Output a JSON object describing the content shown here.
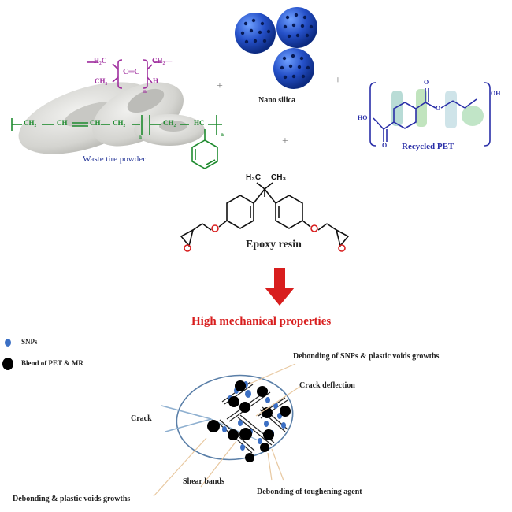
{
  "components": {
    "waste_tire": {
      "label": "Waste tire powder",
      "top_chain": {
        "left": "—H₂C",
        "ch3": "CH₃",
        "center": "C═C",
        "right": "CH₂—",
        "h": "H",
        "sub": "n"
      },
      "bottom_chain": {
        "left": "CH₂",
        "mid1": "CH",
        "mid2": "CH",
        "mid3": "CH₂",
        "right1": "CH₂",
        "right2": "HC",
        "sub1": "n",
        "sub2": "n"
      }
    },
    "nano_silica": {
      "label": "Nano silica"
    },
    "recycled_pet": {
      "label": "Recycled PET",
      "ho": "HO",
      "oh": "OH",
      "o_bottom": "O",
      "o_top": "O",
      "o_mid": "O"
    },
    "epoxy": {
      "label": "Epoxy resin",
      "h3c": "H₃C",
      "ch3": "CH₃",
      "o": "O"
    }
  },
  "plus_signs": [
    "+",
    "+",
    "+"
  ],
  "result": {
    "label": "High mechanical properties"
  },
  "legend": [
    {
      "label": "SNPs",
      "color": "#3b6fc4"
    },
    {
      "label": "Blend of PET & MR",
      "color": "#000000"
    }
  ],
  "annotations": {
    "debonding_snps": "Debonding of SNPs & plastic voids growths",
    "crack_deflection": "Crack deflection",
    "crack": "Crack",
    "shear_bands": "Shear bands",
    "debonding_toughening": "Debonding of toughening agent",
    "debonding_voids": "Debonding & plastic voids growths"
  },
  "colors": {
    "tire_top": "#a0309f",
    "tire_bottom": "#1e8a2e",
    "tire_label": "#2a3a9a",
    "silica": "#2550c8",
    "pet": "#2a2fa8",
    "arrow": "#d81e1e",
    "result": "#d81e1e",
    "epoxy_o": "#d81e1e"
  }
}
